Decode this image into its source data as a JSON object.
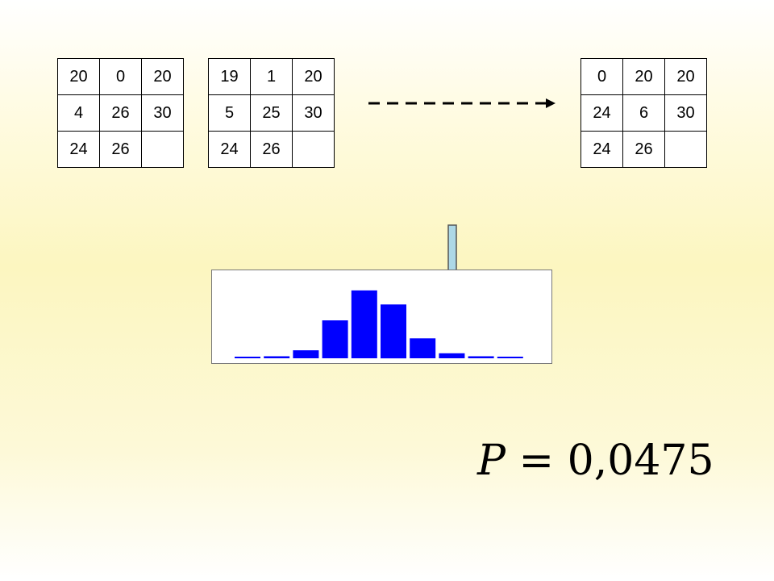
{
  "grids": [
    {
      "rows": [
        [
          "20",
          "0",
          "20"
        ],
        [
          "4",
          "26",
          "30"
        ],
        [
          "24",
          "26",
          ""
        ]
      ]
    },
    {
      "rows": [
        [
          "19",
          "1",
          "20"
        ],
        [
          "5",
          "25",
          "30"
        ],
        [
          "24",
          "26",
          ""
        ]
      ]
    },
    {
      "rows": [
        [
          "0",
          "20",
          "20"
        ],
        [
          "24",
          "6",
          "30"
        ],
        [
          "24",
          "26",
          ""
        ]
      ]
    }
  ],
  "chart_data": {
    "type": "bar",
    "values": [
      0.5,
      1,
      4,
      19,
      34,
      27,
      10,
      2.5,
      1,
      0.5
    ],
    "ylim": [
      0,
      36
    ],
    "bar_color": "#0000ff",
    "axes": "none",
    "grid": false
  },
  "formula": {
    "symbol": "P",
    "operator": "=",
    "value": "0,0475"
  },
  "colors": {
    "arrow_fill": "#add8e6",
    "bars": "#0000ff",
    "dashed_arrow": "#000000"
  }
}
